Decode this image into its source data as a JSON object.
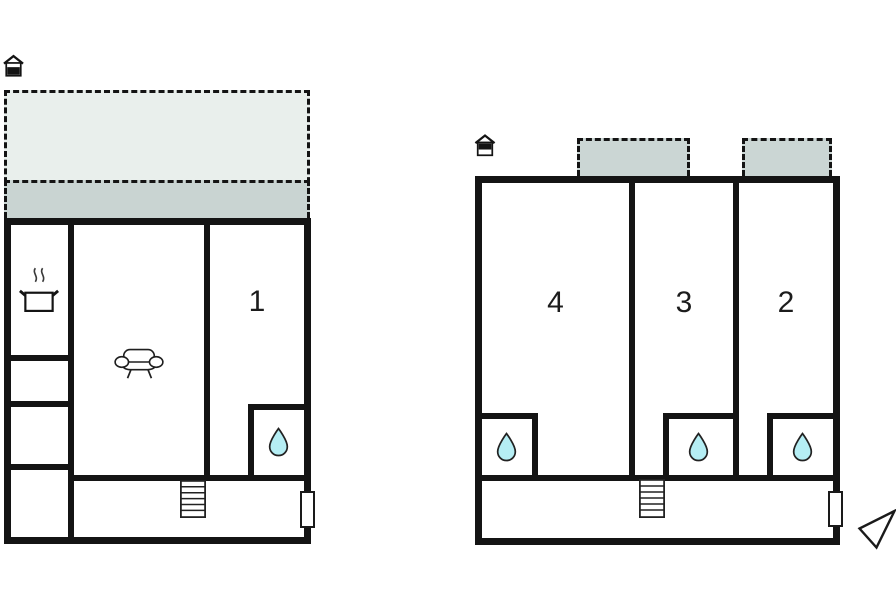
{
  "colors": {
    "wall": "#141414",
    "terrace_light": "#e9efec",
    "terrace_dark": "#c9d4d2",
    "balcony_fill": "#cbd6d4",
    "water_drop_fill": "#b5eef4",
    "background": "#ffffff"
  },
  "ground_floor": {
    "level_icon": "house-ground-floor-icon",
    "features": [
      "terrace",
      "cooking-pot",
      "sofa",
      "shower-drop",
      "stairs",
      "door"
    ],
    "rooms": [
      {
        "label": "1"
      }
    ]
  },
  "upper_floor": {
    "level_icon": "house-upper-floor-icon",
    "features": [
      "balcony",
      "balcony",
      "shower-drop",
      "shower-drop",
      "shower-drop",
      "stairs",
      "door",
      "north-arrow"
    ],
    "rooms": [
      {
        "label": "4"
      },
      {
        "label": "3"
      },
      {
        "label": "2"
      }
    ]
  }
}
